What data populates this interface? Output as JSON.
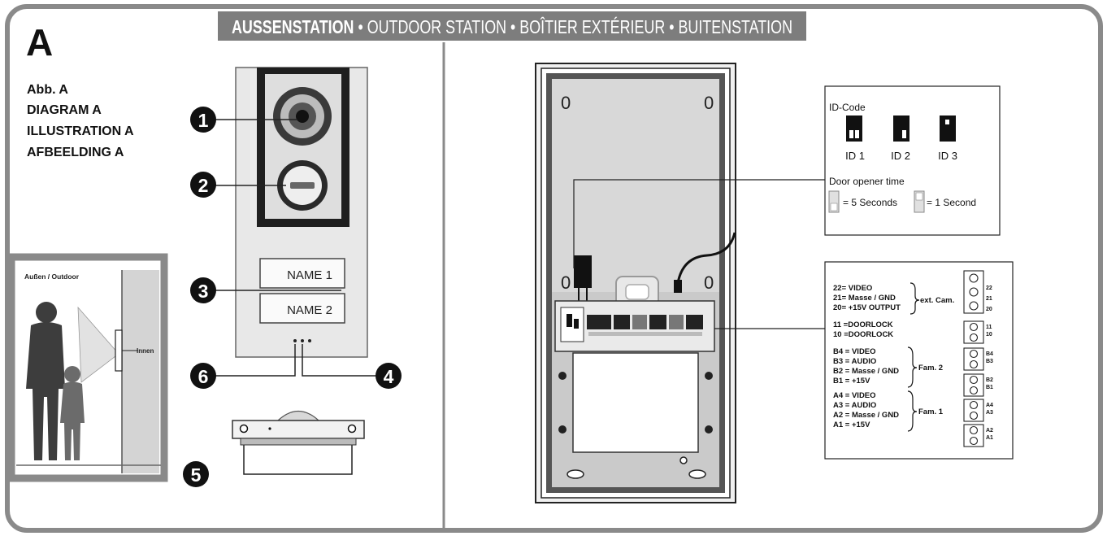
{
  "header": {
    "title_main": "AUSSENSTATION",
    "title_rest": " • OUTDOOR STATION • BOÎTIER EXTÉRIEUR • BUITENSTATION"
  },
  "section_letter": "A",
  "captions": [
    "Abb. A",
    "DIAGRAM A",
    "ILLUSTRATION A",
    "AFBEELDING A"
  ],
  "placement": {
    "outdoor_label": "Außen / Outdoor",
    "indoor_label": "Innen"
  },
  "front_panel": {
    "name_labels": [
      "NAME 1",
      "NAME 2"
    ],
    "callouts": [
      "1",
      "2",
      "3",
      "4",
      "5",
      "6"
    ]
  },
  "back_panel": {
    "screw_mark": "0"
  },
  "id_box": {
    "title": "ID-Code",
    "ids": [
      "ID 1",
      "ID 2",
      "ID 3"
    ],
    "door_opener_title": "Door opener time",
    "option_5s": "= 5 Seconds",
    "option_1s": "= 1 Second"
  },
  "wiring": {
    "cam_group": [
      "22= VIDEO",
      "21= Masse / GND",
      "20= +15V OUTPUT"
    ],
    "cam_label": "ext. Cam.",
    "door_group": [
      "11 =DOORLOCK",
      "10 =DOORLOCK"
    ],
    "fam2_group": [
      "B4 = VIDEO",
      "B3 = AUDIO",
      "B2 = Masse / GND",
      "B1 = +15V"
    ],
    "fam2_label": "Fam. 2",
    "fam1_group": [
      "A4 = VIDEO",
      "A3 = AUDIO",
      "A2 = Masse / GND",
      "A1 = +15V"
    ],
    "fam1_label": "Fam. 1",
    "terminal_pairs": [
      [
        "22",
        "21",
        "20"
      ],
      [
        "11",
        "10"
      ],
      [
        "B4",
        "B3"
      ],
      [
        "B2",
        "B1"
      ],
      [
        "A4",
        "A3"
      ],
      [
        "A2",
        "A1"
      ]
    ]
  },
  "colors": {
    "frame": "#8a8a8a",
    "header_bg": "#7d7d7d",
    "panel_silver": "#e6e6e6",
    "dark": "#1a1a1a"
  }
}
